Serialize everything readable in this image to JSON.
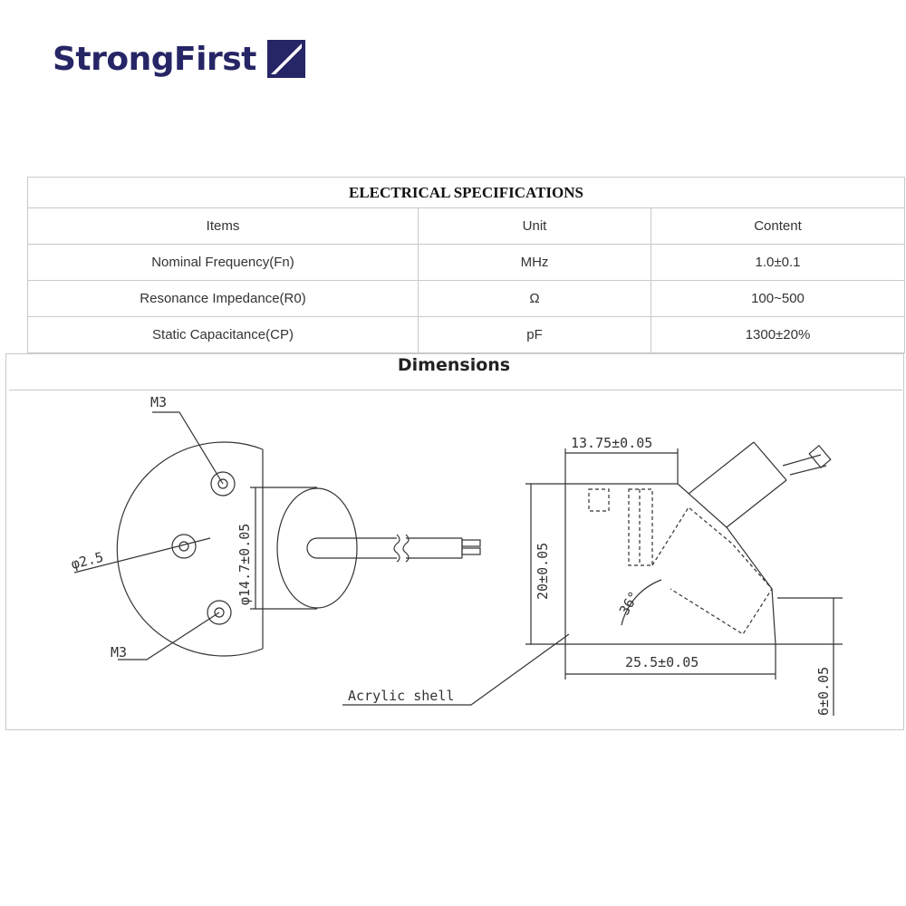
{
  "brand": {
    "name": "StrongFirst",
    "color": "#262566"
  },
  "electrical_specifications": {
    "title": "ELECTRICAL SPECIFICATIONS",
    "headers": [
      "Items",
      "Unit",
      "Content"
    ],
    "rows": [
      [
        "Nominal Frequency(Fn)",
        "MHz",
        "1.0±0.1"
      ],
      [
        "Resonance Impedance(R0)",
        "Ω",
        "100~500"
      ],
      [
        "Static Capacitance(CP)",
        "pF",
        "1300±20%"
      ]
    ]
  },
  "dimensions": {
    "title": "Dimensions",
    "front_view": {
      "label_m3_top": "M3",
      "label_m3_bottom": "M3",
      "label_hole_diameter": "φ2.5",
      "label_face_diameter": "φ14.7±0.05"
    },
    "side_view": {
      "label_top_width": "13.75±0.05",
      "label_height": "20±0.05",
      "label_angle": "36°",
      "label_base_width": "25.5±0.05",
      "label_step_height": "6±0.05",
      "label_shell": "Acrylic shell"
    }
  }
}
